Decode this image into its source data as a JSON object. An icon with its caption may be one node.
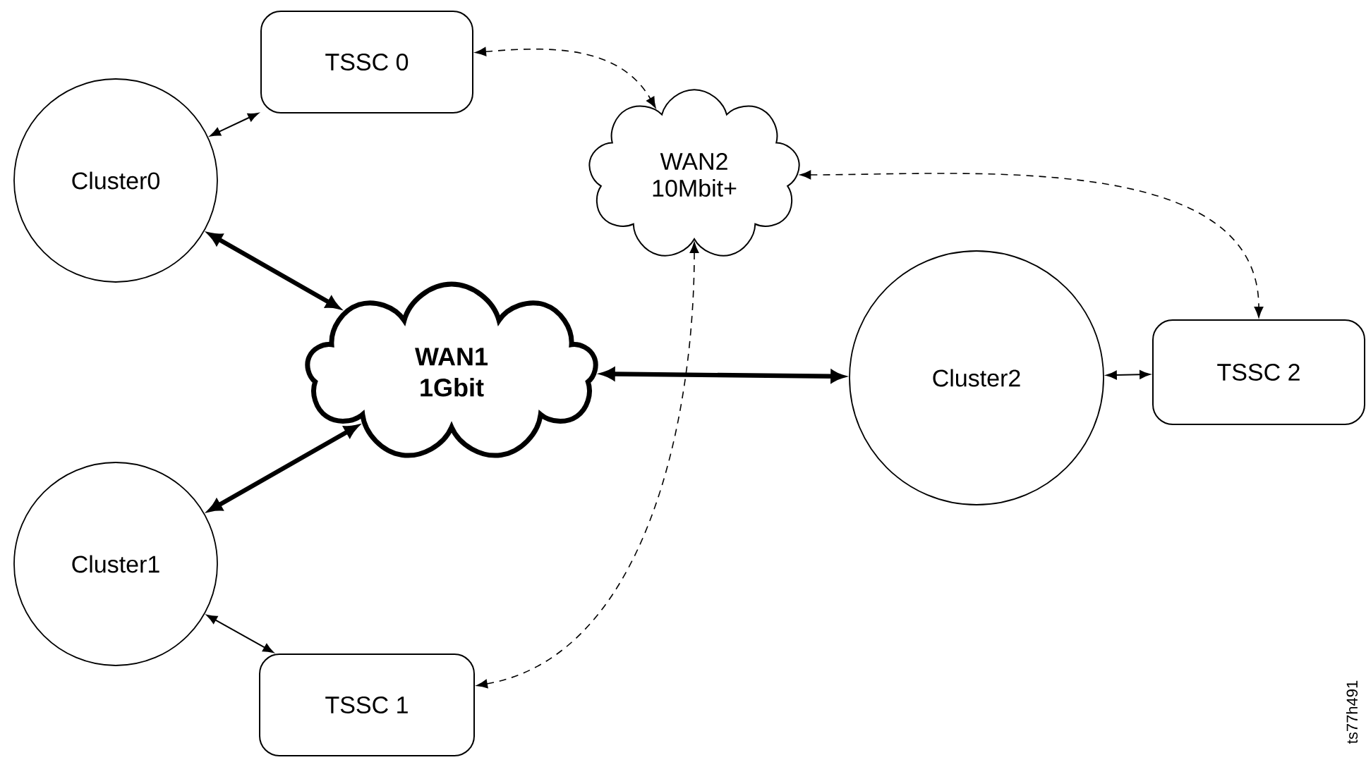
{
  "diagram": {
    "nodes": [
      {
        "text": [
          "TSSC 0"
        ]
      },
      {
        "text": [
          "Cluster0"
        ]
      },
      {
        "text": [
          "WAN2 10Mbit+"
        ]
      },
      {
        "text": [
          "WAN1 1Gbit"
        ]
      },
      {
        "text": [
          "Cluster2"
        ]
      },
      {
        "text": [
          "TSSC 2"
        ]
      },
      {
        "text": [
          "Cluster1"
        ]
      },
      {
        "text": [
          "TSSC 1"
        ]
      }
    ],
    "edges": [
      {
        "from": 1,
        "to": 0,
        "arrow": "both"
      },
      {
        "from": 0,
        "to": 2,
        "arrow": "both",
        "style": "dashed"
      },
      {
        "from": 1,
        "to": 3,
        "arrow": "both",
        "style": "thick"
      },
      {
        "from": 3,
        "to": 4,
        "arrow": "both",
        "style": "thick"
      },
      {
        "from": 2,
        "to": 5,
        "arrow": "both",
        "style": "dashed"
      },
      {
        "from": 4,
        "to": 5,
        "arrow": "both"
      },
      {
        "from": 3,
        "to": 6,
        "arrow": "both",
        "style": "thick"
      },
      {
        "from": 6,
        "to": 7,
        "arrow": "both"
      },
      {
        "from": 2,
        "to": 7,
        "arrow": "both",
        "style": "dashed"
      }
    ],
    "labels": [
      "ts77h491"
    ]
  }
}
